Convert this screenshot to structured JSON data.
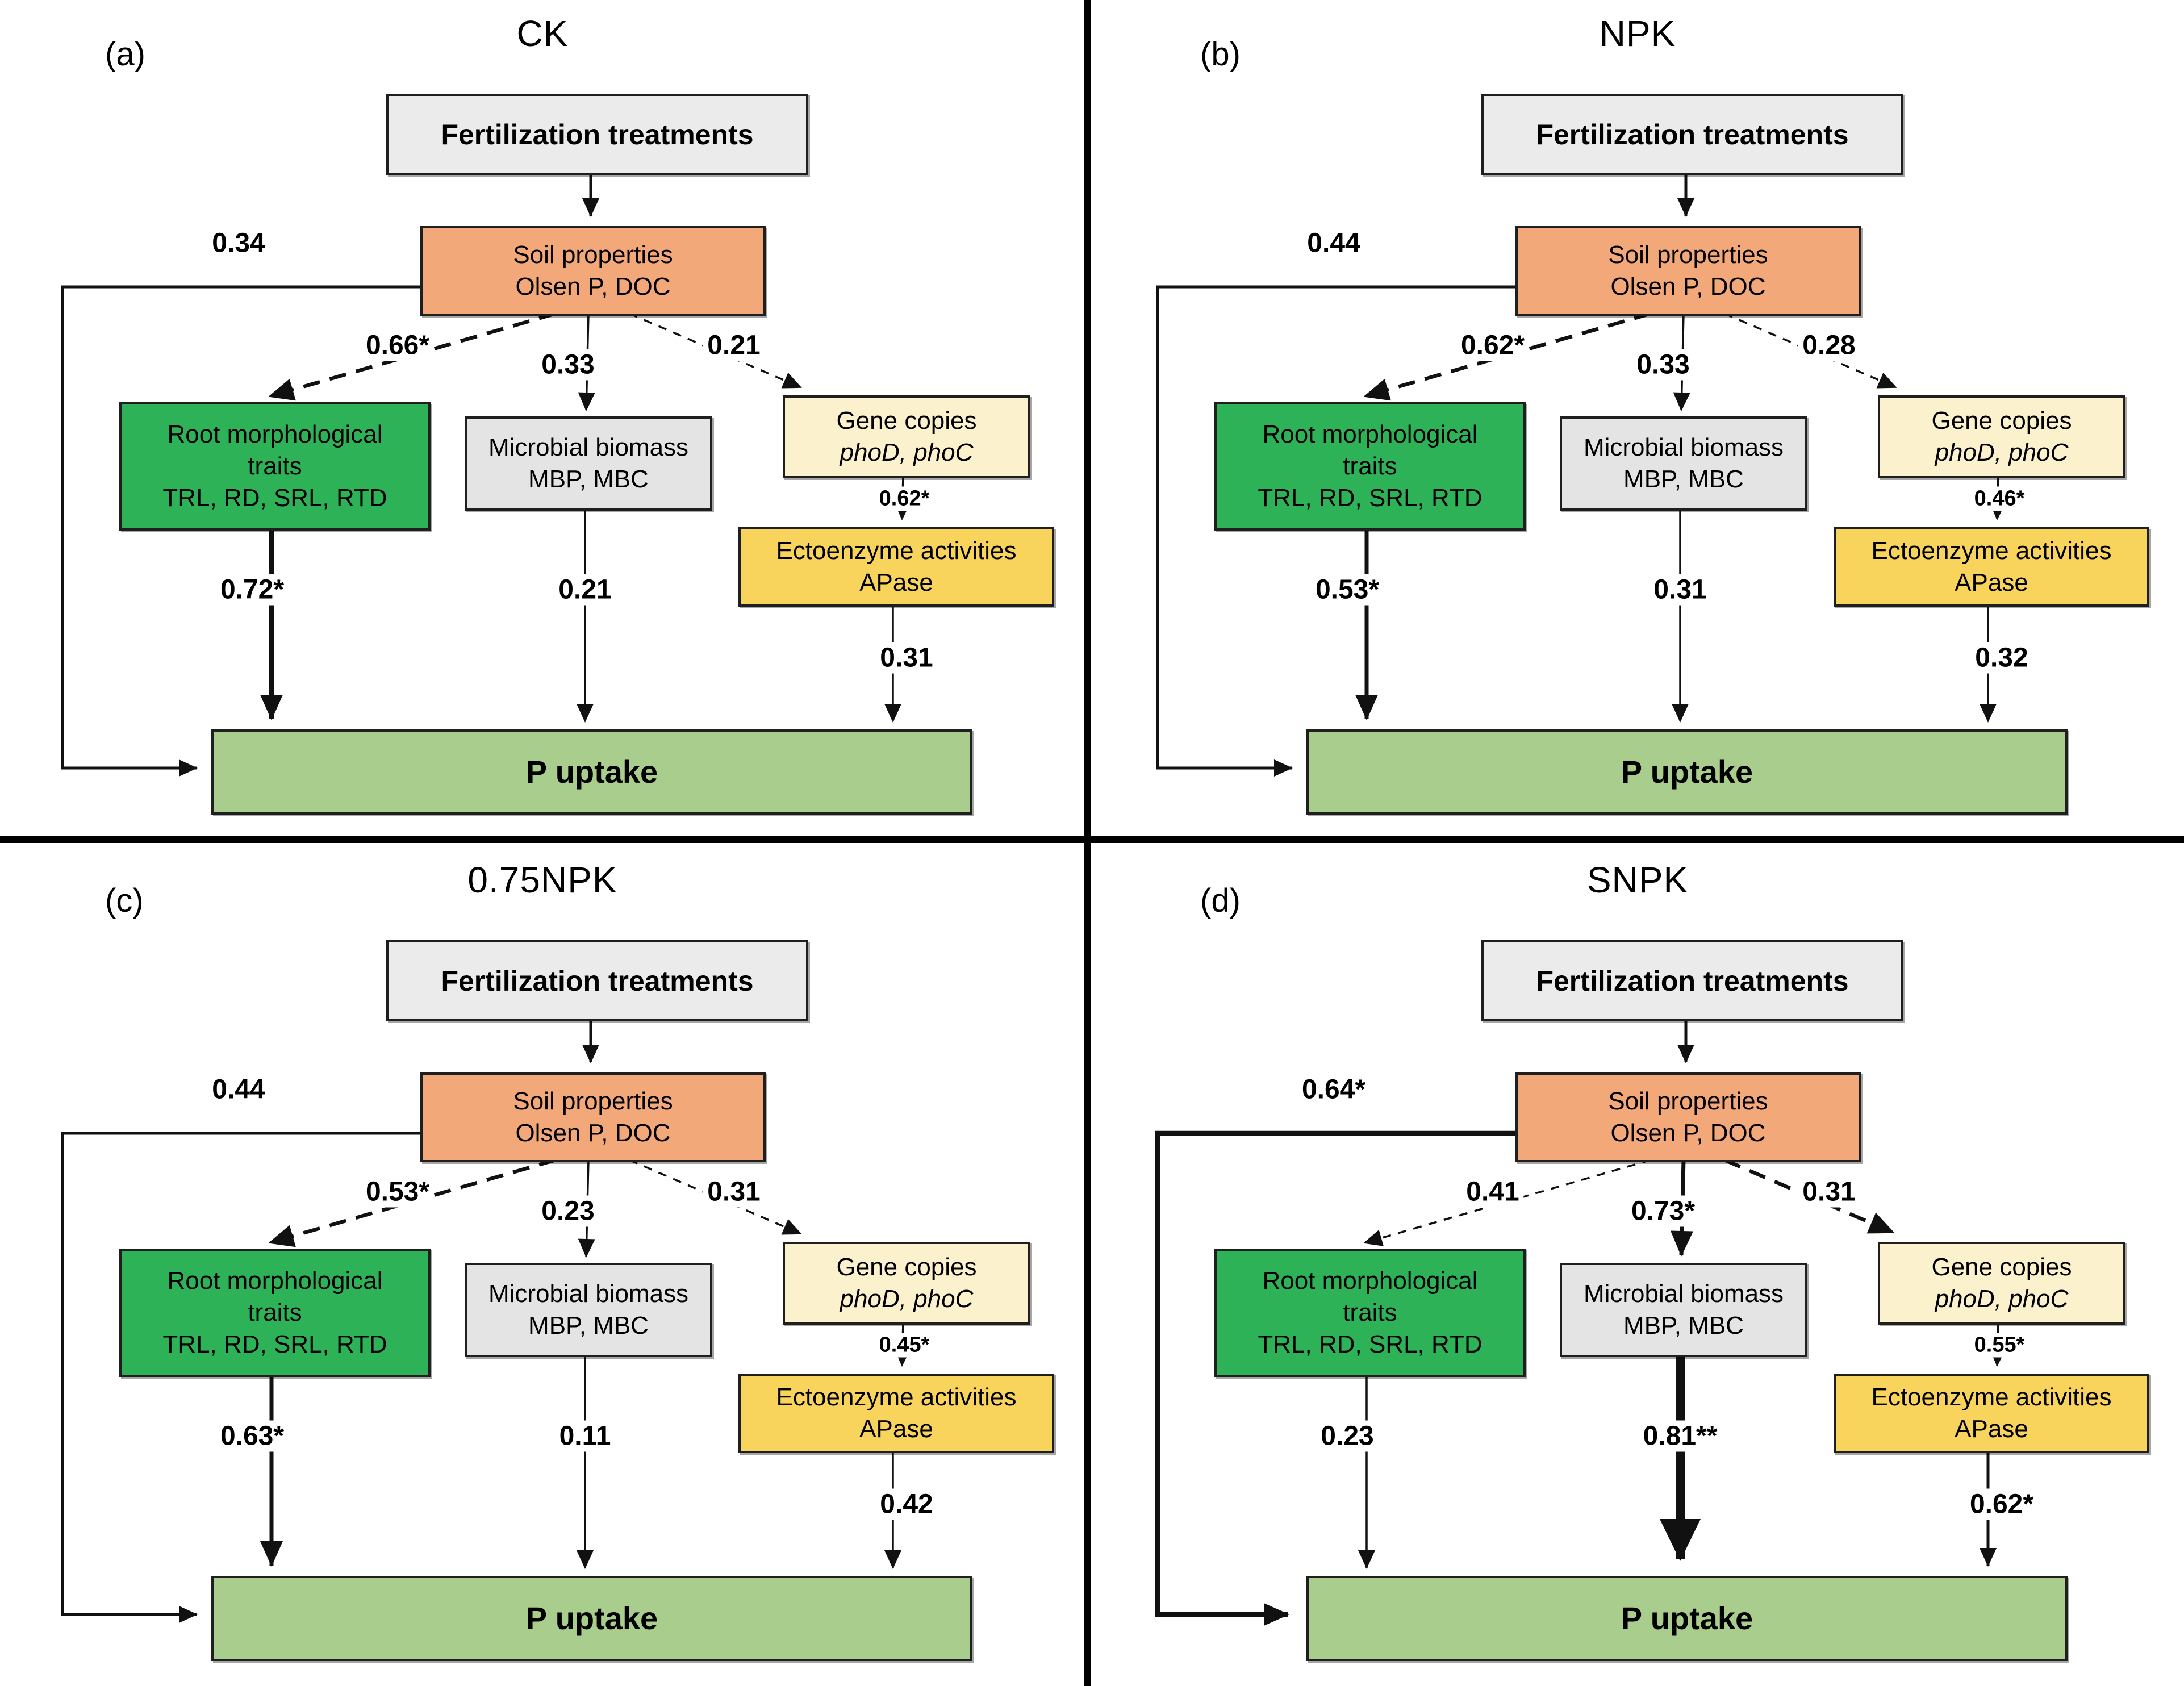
{
  "colors": {
    "fert_bg": "#ebebeb",
    "soil_bg": "#f2a878",
    "root_bg": "#2db258",
    "micro_bg": "#e4e4e4",
    "gene_bg": "#fbf2cd",
    "ecto_bg": "#f8d45c",
    "puptake_bg": "#a9cd8c",
    "box_border": "#1f1f1f",
    "arrow_color": "#111111"
  },
  "nodes": {
    "fertilization": {
      "label": "Fertilization treatments"
    },
    "soil": {
      "line1": "Soil properties",
      "line2": "Olsen P, DOC"
    },
    "root": {
      "line1": "Root morphological",
      "line2": "traits",
      "line3": "TRL, RD, SRL, RTD"
    },
    "microbial": {
      "line1": "Microbial biomass",
      "line2": "MBP, MBC"
    },
    "gene": {
      "line1": "Gene copies",
      "line2": "phoD, phoC"
    },
    "ecto": {
      "line1": "Ectoenzyme activities",
      "line2": "APase"
    },
    "puptake": {
      "label": "P uptake"
    }
  },
  "panels": [
    {
      "letter": "(a)",
      "title": "CK",
      "coef": {
        "soil_direct": "0.34",
        "soil_root": "0.66*",
        "soil_micro": "0.33",
        "soil_gene": "0.21",
        "gene_ecto": "0.62*",
        "root_p": "0.72*",
        "micro_p": "0.21",
        "ecto_p": "0.31"
      }
    },
    {
      "letter": "(b)",
      "title": "NPK",
      "coef": {
        "soil_direct": "0.44",
        "soil_root": "0.62*",
        "soil_micro": "0.33",
        "soil_gene": "0.28",
        "gene_ecto": "0.46*",
        "root_p": "0.53*",
        "micro_p": "0.31",
        "ecto_p": "0.32"
      }
    },
    {
      "letter": "(c)",
      "title": "0.75NPK",
      "coef": {
        "soil_direct": "0.44",
        "soil_root": "0.53*",
        "soil_micro": "0.23",
        "soil_gene": "0.31",
        "gene_ecto": "0.45*",
        "root_p": "0.63*",
        "micro_p": "0.11",
        "ecto_p": "0.42"
      }
    },
    {
      "letter": "(d)",
      "title": "SNPK",
      "coef": {
        "soil_direct": "0.64*",
        "soil_root": "0.41",
        "soil_micro": "0.73*",
        "soil_gene": "0.31",
        "gene_ecto": "0.55*",
        "root_p": "0.23",
        "micro_p": "0.81**",
        "ecto_p": "0.62*"
      }
    }
  ]
}
